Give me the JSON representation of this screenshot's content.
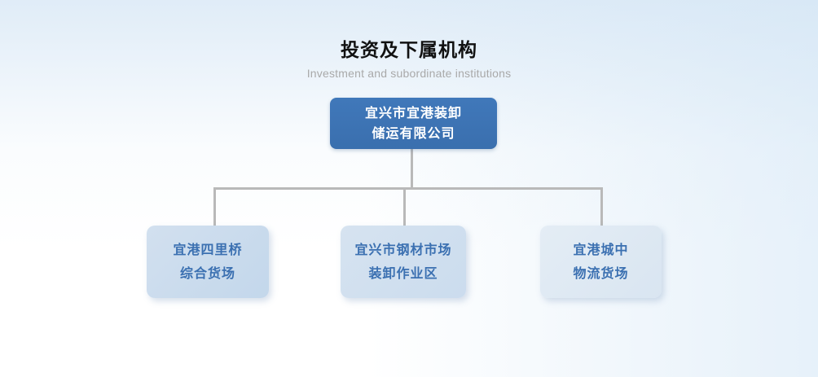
{
  "header": {
    "title": "投资及下属机构",
    "subtitle": "Investment and subordinate institutions"
  },
  "org_chart": {
    "root": {
      "line1": "宜兴市宜港装卸",
      "line2": "储运有限公司"
    },
    "children": [
      {
        "line1": "宜港四里桥",
        "line2": "综合货场"
      },
      {
        "line1": "宜兴市钢材市场",
        "line2": "装卸作业区"
      },
      {
        "line1": "宜港城中",
        "line2": "物流货场"
      }
    ]
  },
  "colors": {
    "root_box_bg": "#3d74b5",
    "root_box_text": "#ffffff",
    "child_box_bg_1": "#c5d8ec",
    "child_box_bg_2": "#cddded",
    "child_box_bg_3": "#dce6f1",
    "child_box_text": "#3b70b1",
    "connector_line": "#b9b9b9",
    "title_text": "#111111",
    "subtitle_text": "#a9a9a9",
    "background_top": "#e2edf7",
    "background_bottom": "#ffffff"
  }
}
